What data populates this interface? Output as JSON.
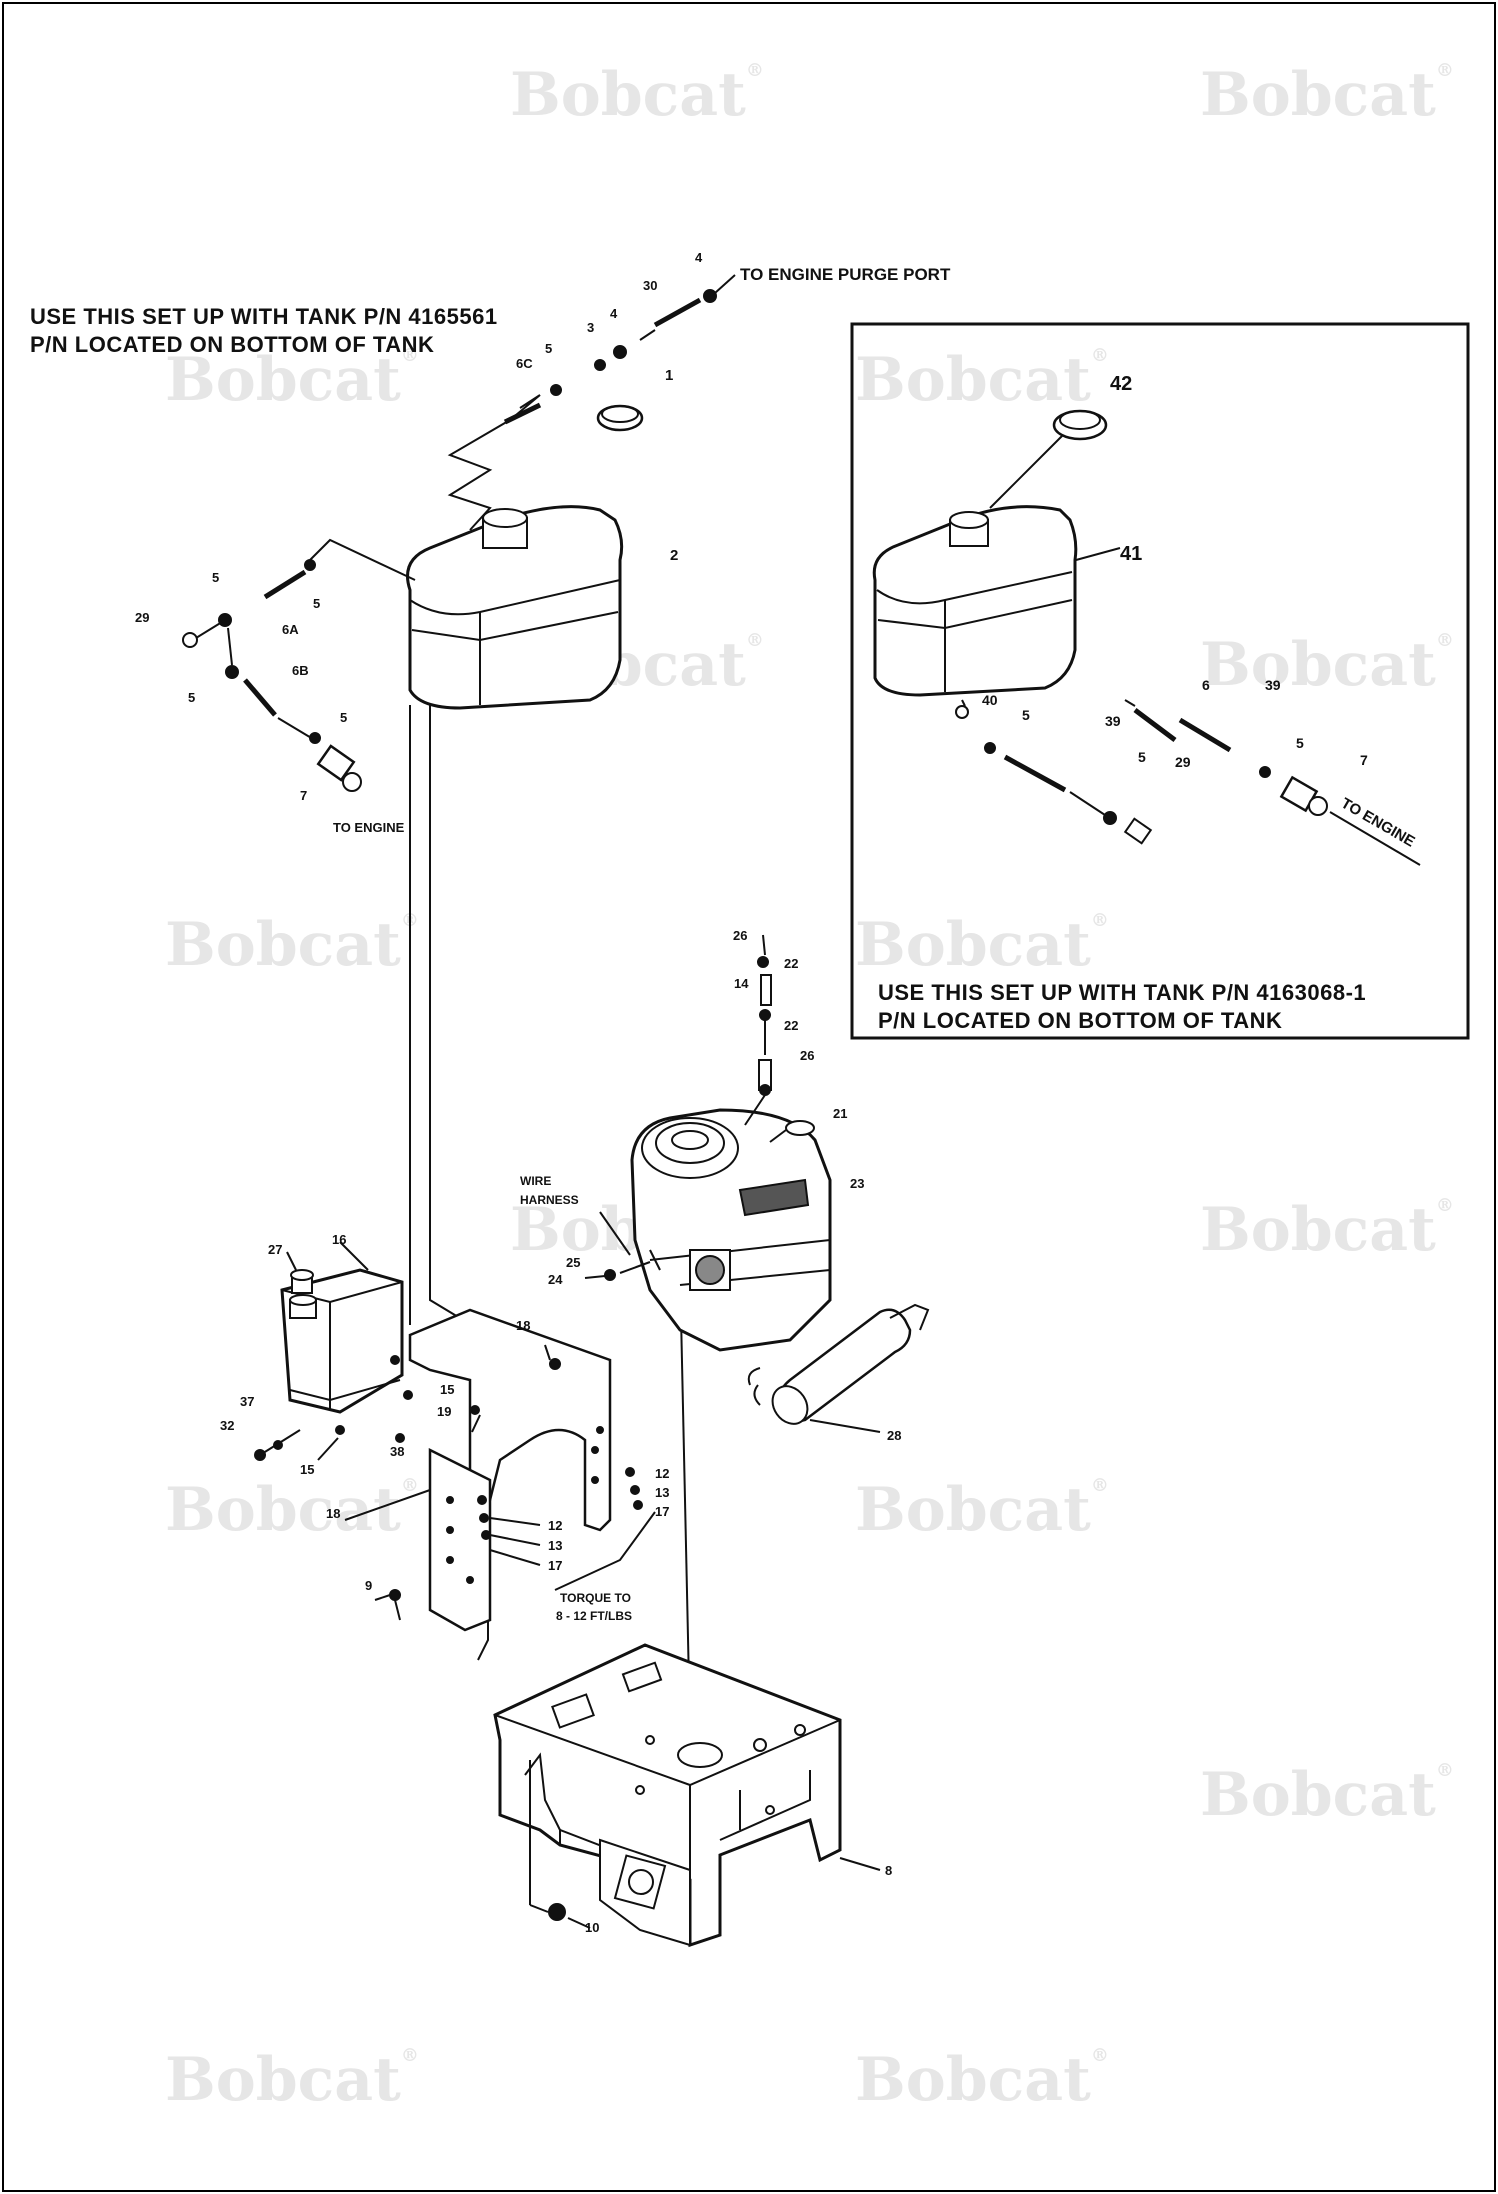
{
  "watermark": {
    "text": "Bobcat",
    "mark": "®"
  },
  "notes": {
    "setup_a_line1": "USE THIS SET UP WITH TANK P/N 4165561",
    "setup_a_line2": "P/N LOCATED ON BOTTOM OF TANK",
    "setup_b_line1": "USE THIS SET UP WITH TANK P/N 4163068-1",
    "setup_b_line2": "P/N LOCATED ON BOTTOM OF TANK"
  },
  "callouts": {
    "purge_port": "TO ENGINE PURGE PORT",
    "to_engine_left": "TO ENGINE",
    "to_engine_right": "TO ENGINE",
    "wire_harness_1": "WIRE",
    "wire_harness_2": "HARNESS",
    "torque_1": "TORQUE TO",
    "torque_2": "8 - 12 FT/LBS"
  },
  "part_numbers": {
    "p1": "1",
    "p2": "2",
    "p3": "3",
    "p4a": "4",
    "p4b": "4",
    "p5a": "5",
    "p5b": "5",
    "p5c": "5",
    "p5d": "5",
    "p5e": "5",
    "p6a": "6A",
    "p6b": "6B",
    "p6c": "6C",
    "p7": "7",
    "p29": "29",
    "p30": "30",
    "p42": "42",
    "p41": "41",
    "p40": "40",
    "p39a": "39",
    "p39b": "39",
    "p6r": "6",
    "p5r1": "5",
    "p5r2": "5",
    "p5r3": "5",
    "p29r": "29",
    "p7r": "7",
    "p26a": "26",
    "p22a": "22",
    "p14": "14",
    "p22b": "22",
    "p26b": "26",
    "p21": "21",
    "p23": "23",
    "p25": "25",
    "p24": "24",
    "p28": "28",
    "p27": "27",
    "p16": "16",
    "p18": "18",
    "p15a": "15",
    "p19": "19",
    "p37": "37",
    "p32": "32",
    "p38": "38",
    "p15b": "15",
    "p18b": "18",
    "p12a": "12",
    "p13a": "13",
    "p17a": "17",
    "p12b": "12",
    "p13b": "13",
    "p17b": "17",
    "p9": "9",
    "p8": "8",
    "p10": "10"
  }
}
